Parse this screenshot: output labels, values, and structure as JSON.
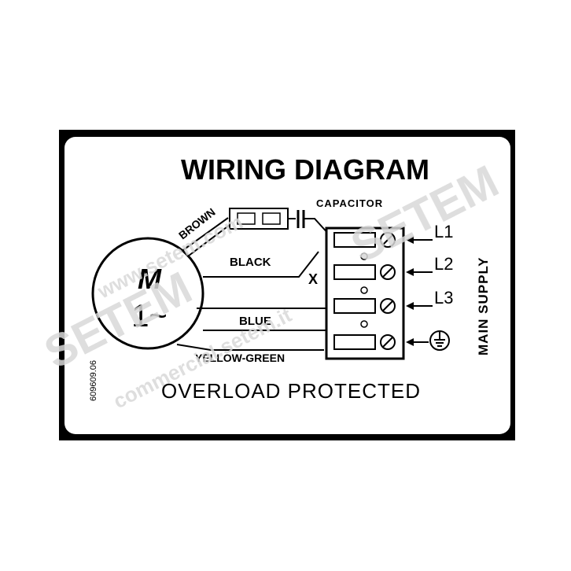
{
  "title": "WIRING DIAGRAM",
  "motor": {
    "line1": "M",
    "line2": "1~"
  },
  "wires": {
    "brown": "BROWN",
    "black": "BLACK",
    "blue": "BLUE",
    "yellow_green": "YELLOW-GREEN"
  },
  "capacitor_label": "CAPACITOR",
  "x_marker": "X",
  "terminals": [
    "L1",
    "L2",
    "L3"
  ],
  "main_supply": "MAIN SUPPLY",
  "footer": "OVERLOAD PROTECTED",
  "code": "609609.06",
  "watermark": {
    "brand": "SETEM",
    "url1": "www.setem.com",
    "url2": "commercial.setem.it"
  },
  "colors": {
    "ink": "#000000",
    "paper": "#ffffff",
    "watermark": "#d9d9d9"
  }
}
